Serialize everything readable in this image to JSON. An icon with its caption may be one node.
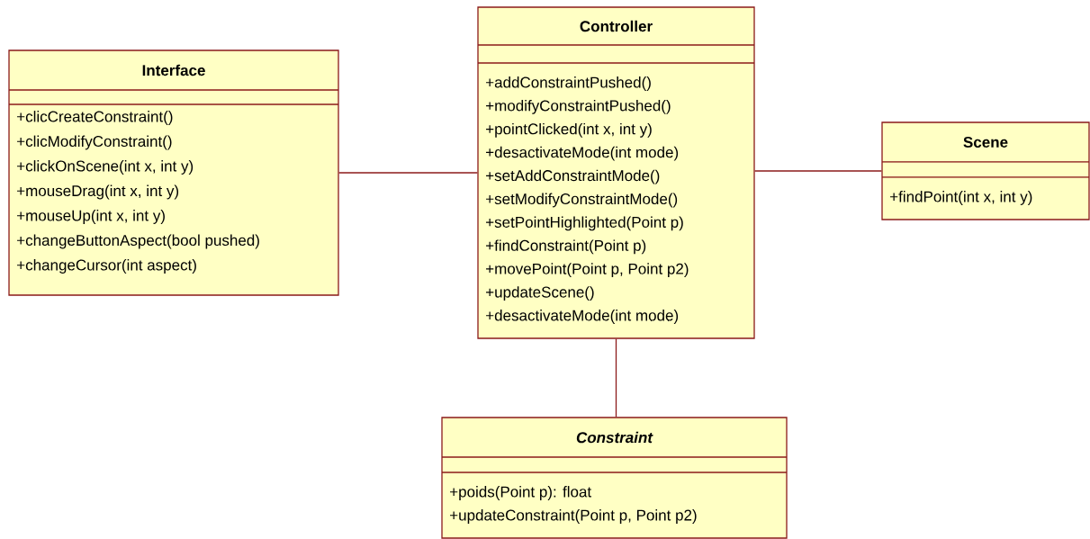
{
  "diagram": {
    "nodes": [
      {
        "text": [
          "Interface",
          "+clicCreateConstraint()",
          "+clicModifyConstraint()",
          "+clickOnScene(int x, int y)",
          "+mouseDrag(int x, int y)",
          "+mouseUp(int x, int y)",
          "+changeButtonAspect(bool pushed)",
          "+changeCursor(int aspect)"
        ]
      },
      {
        "text": [
          "Controller",
          "+addConstraintPushed()",
          "+modifyConstraintPushed()",
          "+pointClicked(int x, int y)",
          "+desactivateMode(int mode)",
          "+setAddConstraintMode()",
          "+setModifyConstraintMode()",
          "+setPointHighlighted(Point p)",
          "+findConstraint(Point p)",
          "+movePoint(Point p, Point p2)",
          "+updateScene()",
          "+desactivateMode(int mode)"
        ]
      },
      {
        "text": [
          "Scene",
          "+findPoint(int x, int y)"
        ]
      },
      {
        "text": [
          "Constraint",
          "+poids(Point p): float",
          "+updateConstraint(Point p, Point p2)"
        ]
      }
    ],
    "edges": [
      {
        "from": 0,
        "to": 1,
        "arrow": "none"
      },
      {
        "from": 1,
        "to": 2,
        "arrow": "none"
      },
      {
        "from": 1,
        "to": 3,
        "arrow": "none"
      }
    ]
  }
}
